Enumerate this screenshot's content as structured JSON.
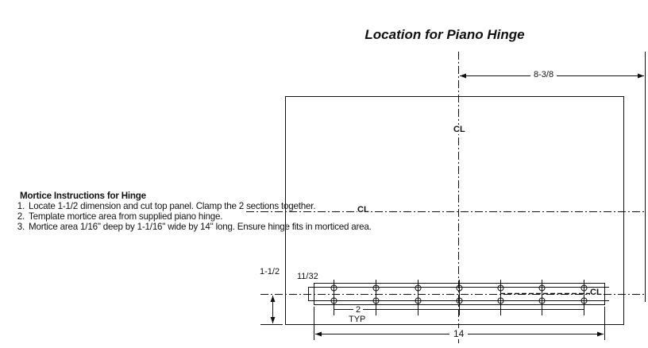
{
  "title": "Location for Piano Hinge",
  "instructions": {
    "heading": "Mortice Instructions for Hinge",
    "items": [
      "Locate 1-1/2 dimension and cut top panel. Clamp the 2 sections together.",
      "Template mortice area from supplied piano hinge.",
      "Mortice area 1/16\" deep by 1-1/16\" wide by 14\" long. Ensure hinge fits in morticed area."
    ]
  },
  "dimensions": {
    "offset": "8-3/8",
    "hinge_length": "14",
    "hole_spacing": "2",
    "hole_spacing_note": "TYP",
    "edge_distance": "1-1/2",
    "hole_offset": "11/32"
  },
  "centerline_symbol": "CL"
}
